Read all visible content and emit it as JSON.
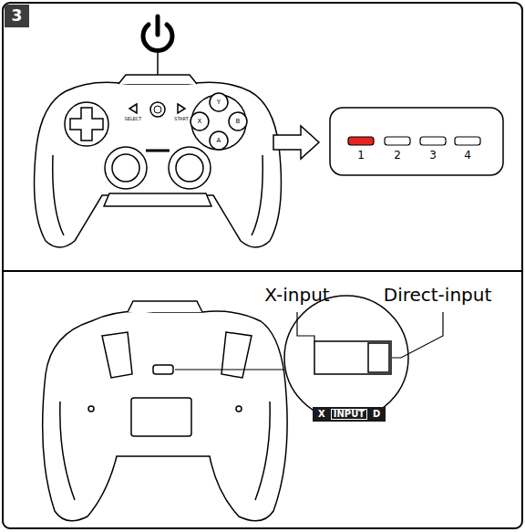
{
  "diagram": {
    "nodes": [
      {
        "text": [
          "3"
        ]
      },
      {
        "text": [
          "X",
          "INPUT",
          "D"
        ]
      }
    ],
    "labels": [
      "X-input",
      "Direct-input",
      "1",
      "2",
      "3",
      "4",
      "SELECT",
      "START",
      "Y",
      "X",
      "B",
      "A"
    ]
  }
}
